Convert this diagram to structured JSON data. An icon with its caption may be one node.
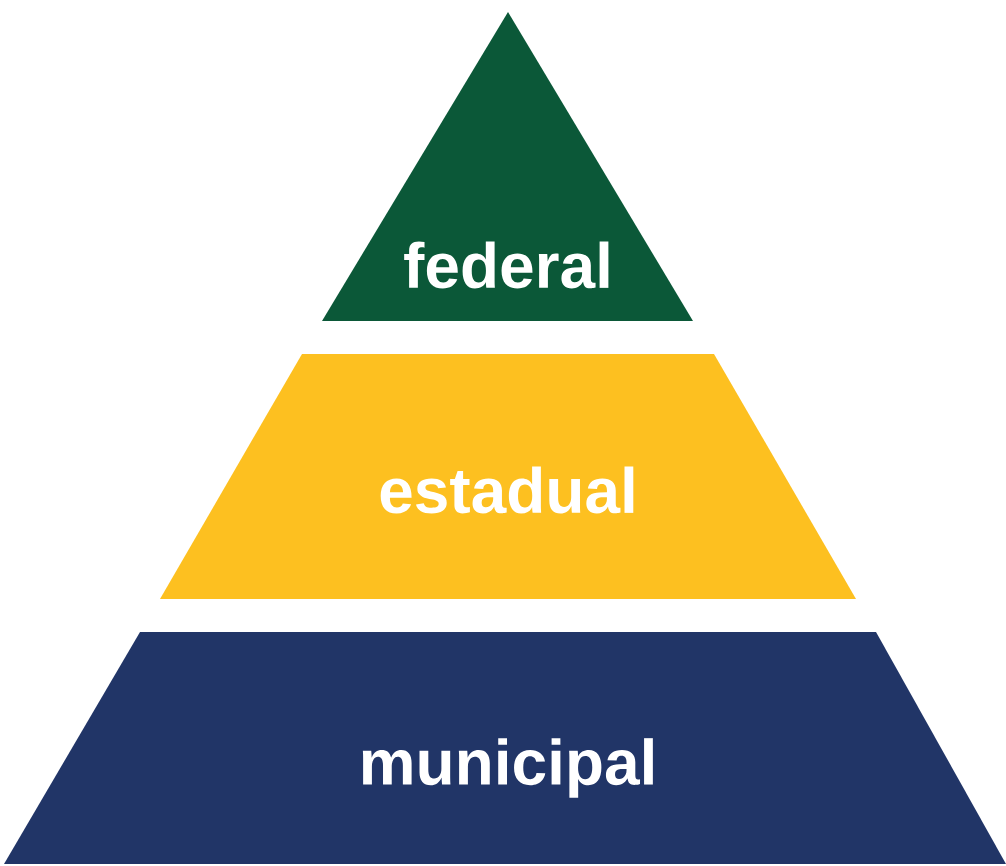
{
  "diagram": {
    "nodes": [
      {
        "text": [
          "federal"
        ]
      },
      {
        "text": [
          "estadual"
        ]
      },
      {
        "text": [
          "municipal"
        ]
      }
    ]
  }
}
